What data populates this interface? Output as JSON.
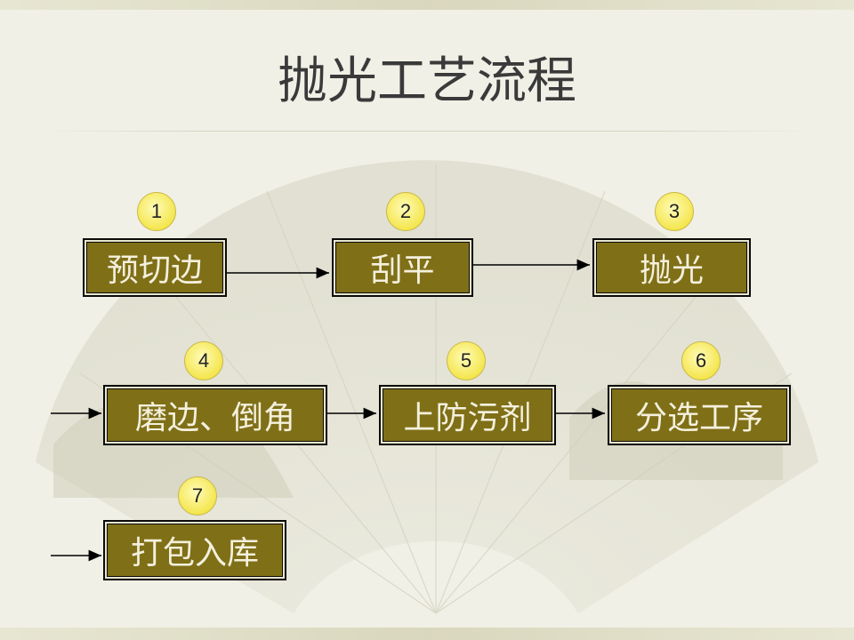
{
  "slide": {
    "title": "抛光工艺流程"
  },
  "steps": [
    {
      "number": "1",
      "label": "预切边"
    },
    {
      "number": "2",
      "label": "刮平"
    },
    {
      "number": "3",
      "label": "抛光"
    },
    {
      "number": "4",
      "label": "磨边、倒角"
    },
    {
      "number": "5",
      "label": "上防污剂"
    },
    {
      "number": "6",
      "label": "分选工序"
    },
    {
      "number": "7",
      "label": "打包入库"
    }
  ],
  "colors": {
    "box_fill": "#7f6f17",
    "box_text": "#f4f0dd",
    "badge_fill": "#f4e64f",
    "title_text": "#3a3a3a",
    "background": "#f1f0e6"
  }
}
